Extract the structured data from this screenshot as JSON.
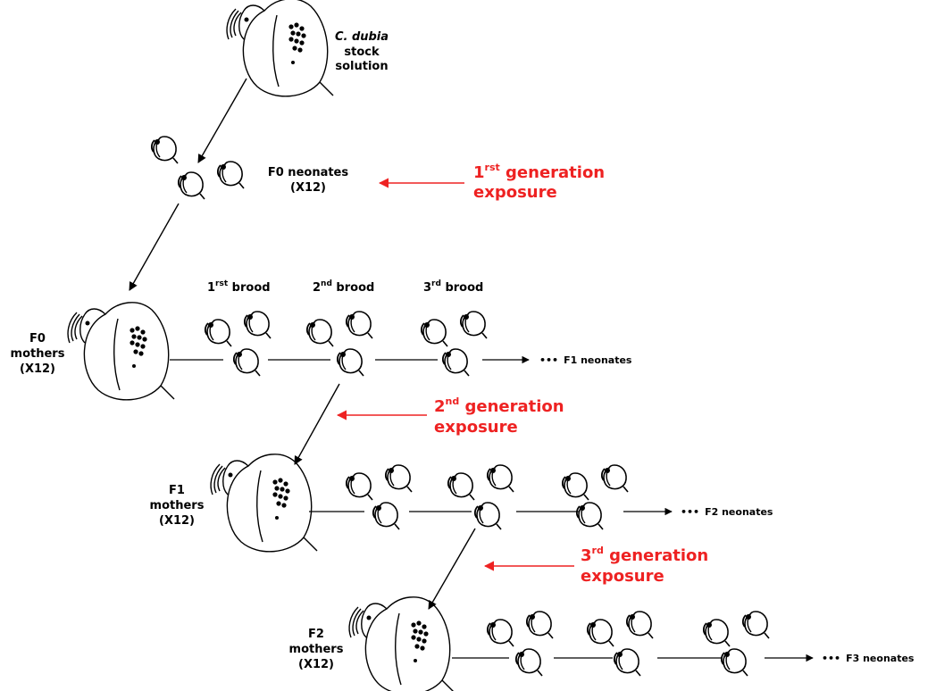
{
  "stock": {
    "species": "C. dubia",
    "line2": "stock",
    "line3": "solution"
  },
  "f0_neonates": {
    "line1": "F0 neonates",
    "line2": "(X12)"
  },
  "exposures": [
    {
      "ordinal": "1",
      "sup": "rst",
      "line1_rest": " generation",
      "line2": "exposure"
    },
    {
      "ordinal": "2",
      "sup": "nd",
      "line1_rest": " generation",
      "line2": "exposure"
    },
    {
      "ordinal": "3",
      "sup": "rd",
      "line1_rest": " generation",
      "line2": "exposure"
    }
  ],
  "broods": [
    {
      "ordinal": "1",
      "sup": "rst",
      "rest": " brood"
    },
    {
      "ordinal": "2",
      "sup": "nd",
      "rest": " brood"
    },
    {
      "ordinal": "3",
      "sup": "rd",
      "rest": " brood"
    }
  ],
  "mothers": [
    {
      "line1": "F0",
      "line2": "mothers",
      "line3": "(X12)"
    },
    {
      "line1": "F1",
      "line2": "mothers",
      "line3": "(X12)"
    },
    {
      "line1": "F2",
      "line2": "mothers",
      "line3": "(X12)"
    }
  ],
  "neonates_out": [
    {
      "dots": "•••",
      "label": "F1 neonates"
    },
    {
      "dots": "•••",
      "label": "F2 neonates"
    },
    {
      "dots": "•••",
      "label": "F3 neonates"
    }
  ],
  "colors": {
    "exposure_red": "#ee2222",
    "ink": "#000000"
  }
}
